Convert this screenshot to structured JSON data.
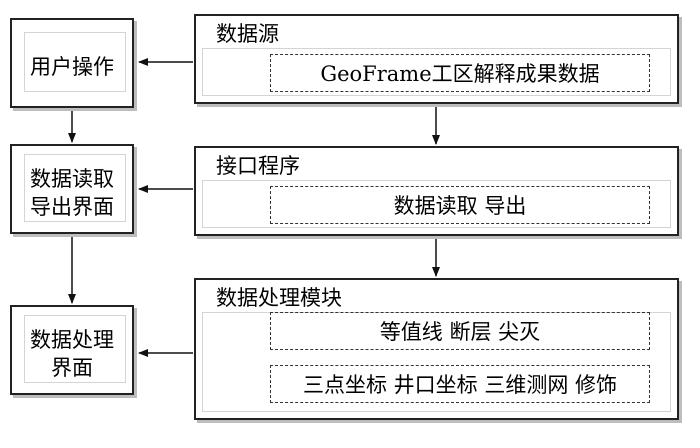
{
  "left": {
    "user_op": "用户操作",
    "read_export_ui": [
      "数据读取",
      "导出界面"
    ],
    "process_ui": [
      "数据处理",
      "界面"
    ]
  },
  "right": {
    "data_source": {
      "title": "数据源",
      "content": "GeoFrame工区解释成果数据"
    },
    "interface": {
      "title": "接口程序",
      "content": "数据读取  导出"
    },
    "processing": {
      "title": "数据处理模块",
      "row1": "等值线  断层  尖灭",
      "row2": "三点坐标  井口坐标  三维测网  修饰"
    }
  }
}
